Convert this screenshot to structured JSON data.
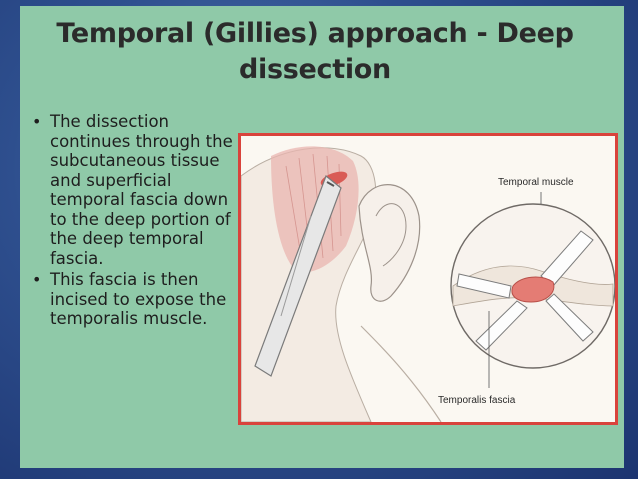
{
  "slide": {
    "title_line1": "Temporal (Gillies) approach - Deep",
    "title_line2": "dissection",
    "bullets": [
      "The dissection continues through the subcutaneous tissue and superficial temporal fascia down to the deep portion of the deep temporal fascia.",
      "This fascia is then incised to expose the temporalis muscle."
    ],
    "bullet_symbol": "•"
  },
  "figure": {
    "labels": {
      "muscle": "Temporal muscle",
      "fascia": "Temporalis fascia"
    },
    "frame_color": "#d9433c"
  }
}
